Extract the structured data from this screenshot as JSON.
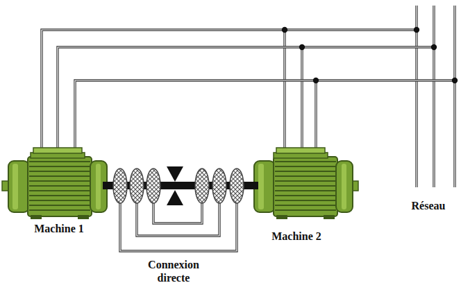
{
  "diagram": {
    "labels": [
      "Machine 1",
      "Machine 2",
      "Connexion directe",
      "Réseau"
    ]
  }
}
